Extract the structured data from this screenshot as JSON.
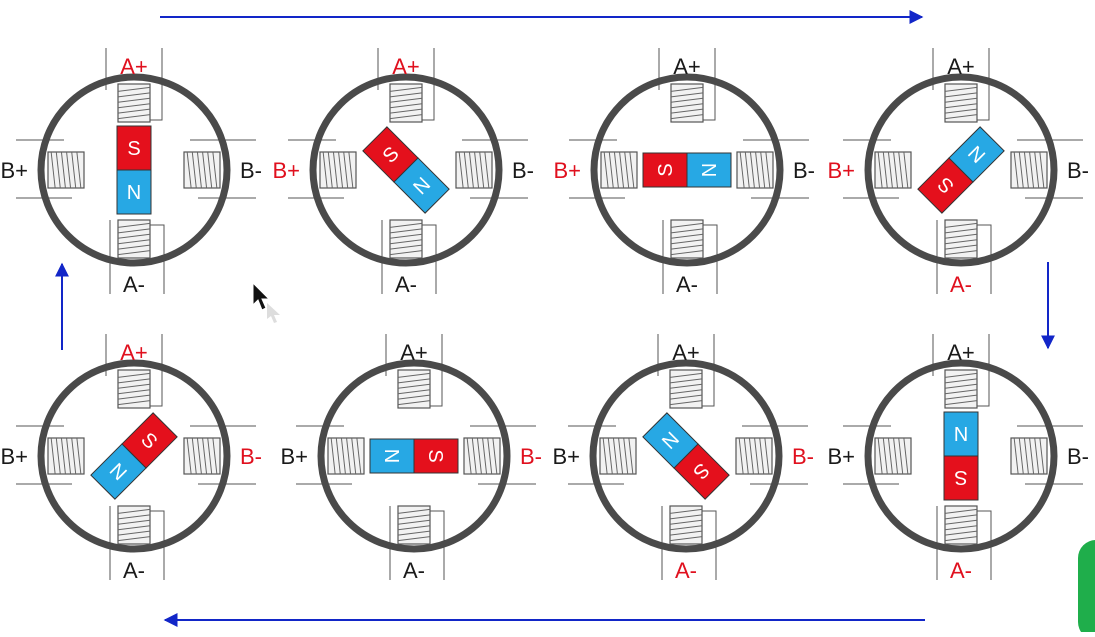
{
  "labels": {
    "a_plus": "A+",
    "a_minus": "A-",
    "b_plus": "B+",
    "b_minus": "B-",
    "south": "S",
    "north": "N"
  },
  "colors": {
    "active": "#e0101e",
    "inactive": "#1a1a1a",
    "rim": "#4a4a4a",
    "magnet_south": "#e4101c",
    "magnet_north": "#27a8e4",
    "arrow": "#1226c8",
    "accent_green": "#1fae4b"
  },
  "steps": [
    {
      "magnet_angle_deg": 0,
      "magnet_top_pole": "S",
      "active": {
        "a_plus": true,
        "a_minus": false,
        "b_plus": false,
        "b_minus": false
      }
    },
    {
      "magnet_angle_deg": -45,
      "magnet_top_pole": "S",
      "active": {
        "a_plus": true,
        "a_minus": false,
        "b_plus": true,
        "b_minus": false
      }
    },
    {
      "magnet_angle_deg": -90,
      "magnet_top_pole": "S",
      "active": {
        "a_plus": false,
        "a_minus": false,
        "b_plus": true,
        "b_minus": false
      }
    },
    {
      "magnet_angle_deg": -135,
      "magnet_top_pole": "S",
      "active": {
        "a_plus": false,
        "a_minus": true,
        "b_plus": true,
        "b_minus": false
      }
    },
    {
      "magnet_angle_deg": 180,
      "magnet_top_pole": "S",
      "active": {
        "a_plus": false,
        "a_minus": true,
        "b_plus": false,
        "b_minus": false
      }
    },
    {
      "magnet_angle_deg": 135,
      "magnet_top_pole": "S",
      "active": {
        "a_plus": false,
        "a_minus": true,
        "b_plus": false,
        "b_minus": true
      }
    },
    {
      "magnet_angle_deg": 90,
      "magnet_top_pole": "S",
      "active": {
        "a_plus": false,
        "a_minus": false,
        "b_plus": false,
        "b_minus": true
      }
    },
    {
      "magnet_angle_deg": 45,
      "magnet_top_pole": "S",
      "active": {
        "a_plus": true,
        "a_minus": false,
        "b_plus": false,
        "b_minus": true
      }
    }
  ],
  "sequence_order": [
    0,
    1,
    2,
    3,
    4,
    5,
    6,
    7
  ],
  "cursor": {
    "icon": "mouse-pointer-icon"
  }
}
